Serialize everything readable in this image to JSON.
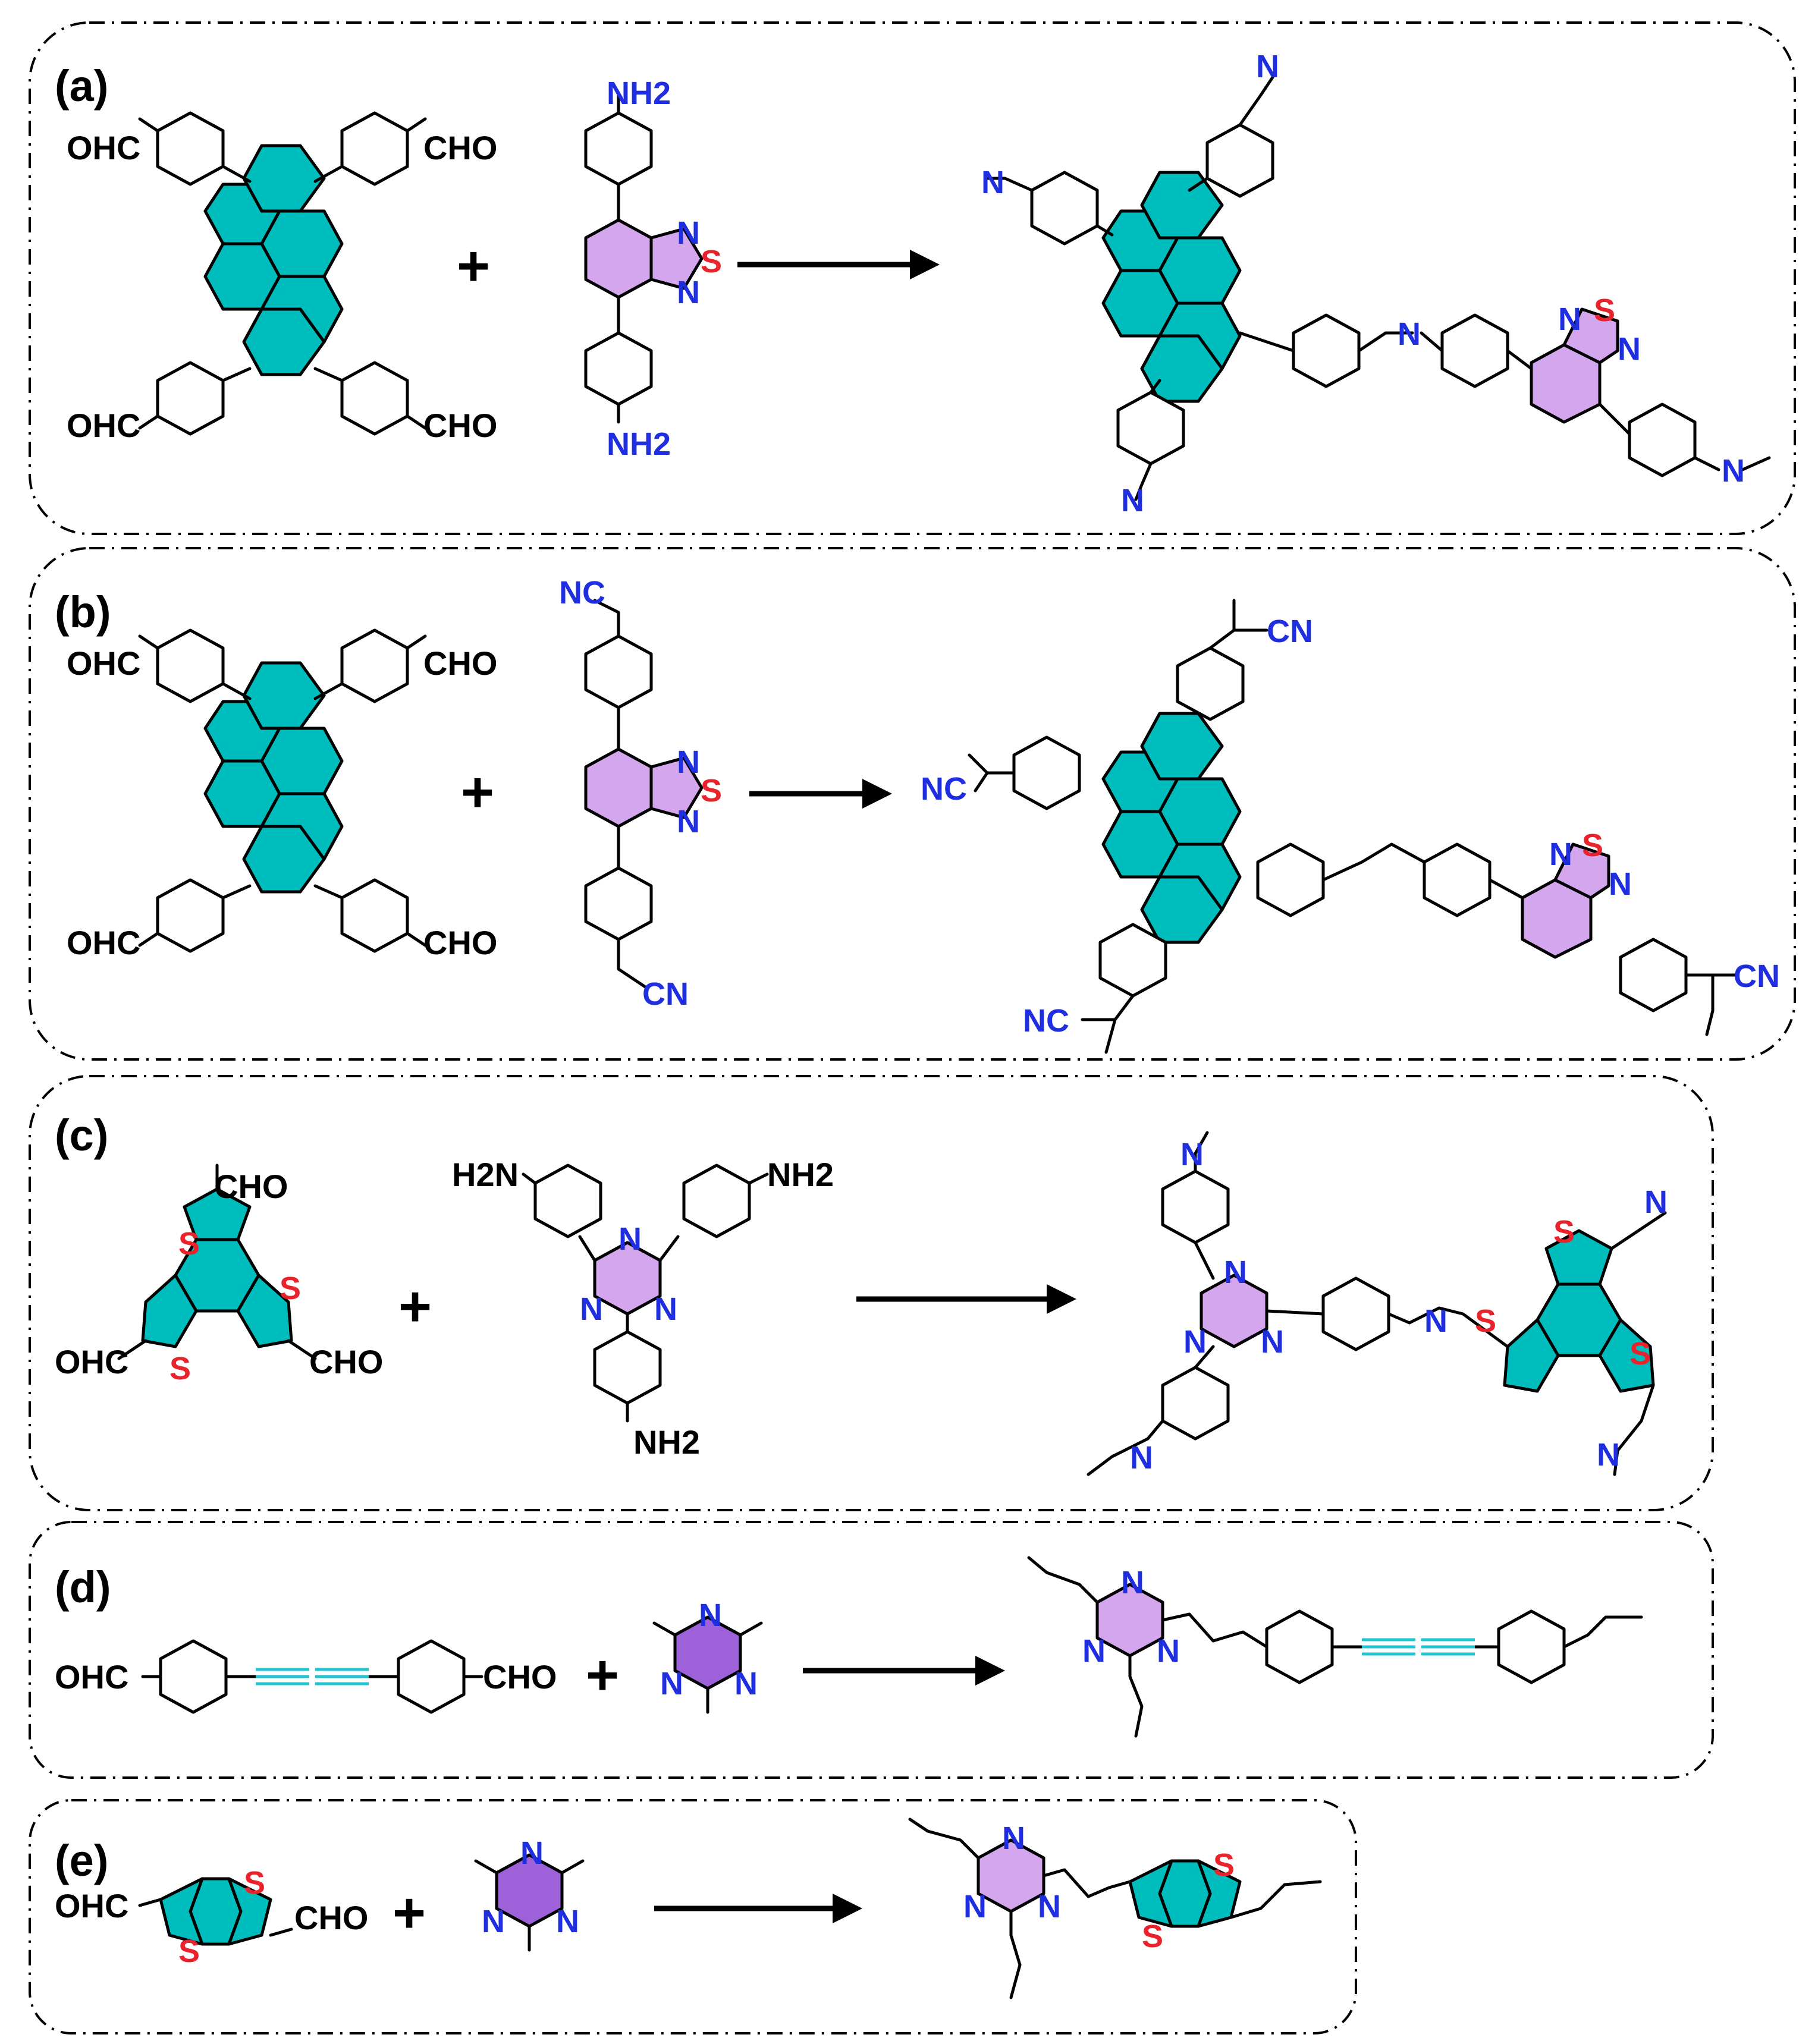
{
  "colors": {
    "teal": "#00BDBD",
    "lilac": "#D3A6EE",
    "purple": "#9D62D9",
    "cyan_bond": "#1FC6D1",
    "nitrogen": "#1F2FE0",
    "sulfur": "#E8232B"
  },
  "panels": [
    {
      "label": "(a)",
      "reactant1": {
        "groups": [
          "OHC",
          "CHO",
          "OHC",
          "CHO"
        ]
      },
      "plus": "+",
      "reactant2": {
        "top": "NH2",
        "bottom": "NH2",
        "ring_n1": "N",
        "ring_s": "S",
        "ring_n2": "N"
      },
      "product": {
        "linker": "N",
        "ring_n1": "N",
        "ring_s": "S",
        "ring_n2": "N"
      }
    },
    {
      "label": "(b)",
      "reactant1": {
        "groups": [
          "OHC",
          "CHO",
          "OHC",
          "CHO"
        ]
      },
      "plus": "+",
      "reactant2": {
        "top": "NC",
        "bottom": "CN",
        "ring_n1": "N",
        "ring_s": "S",
        "ring_n2": "N"
      },
      "product": {
        "nc": "NC",
        "cn": "CN",
        "ring_n1": "N",
        "ring_s": "S",
        "ring_n2": "N"
      }
    },
    {
      "label": "(c)",
      "reactant1": {
        "groups": [
          "CHO",
          "OHC",
          "CHO"
        ],
        "s": "S"
      },
      "plus": "+",
      "reactant2": {
        "groups": [
          "H2N",
          "NH2",
          "NH2"
        ],
        "ring_n": "N"
      },
      "product": {
        "linker": "N",
        "ring_n": "N",
        "s": "S"
      }
    },
    {
      "label": "(d)",
      "reactant1": {
        "groups": [
          "OHC",
          "CHO"
        ]
      },
      "plus": "+",
      "reactant2": {
        "ring_n": "N"
      },
      "product": {
        "ring_n": "N"
      }
    },
    {
      "label": "(e)",
      "reactant1": {
        "groups": [
          "OHC",
          "CHO"
        ],
        "s": "S"
      },
      "plus": "+",
      "reactant2": {
        "ring_n": "N"
      },
      "product": {
        "ring_n": "N",
        "s": "S"
      }
    }
  ]
}
